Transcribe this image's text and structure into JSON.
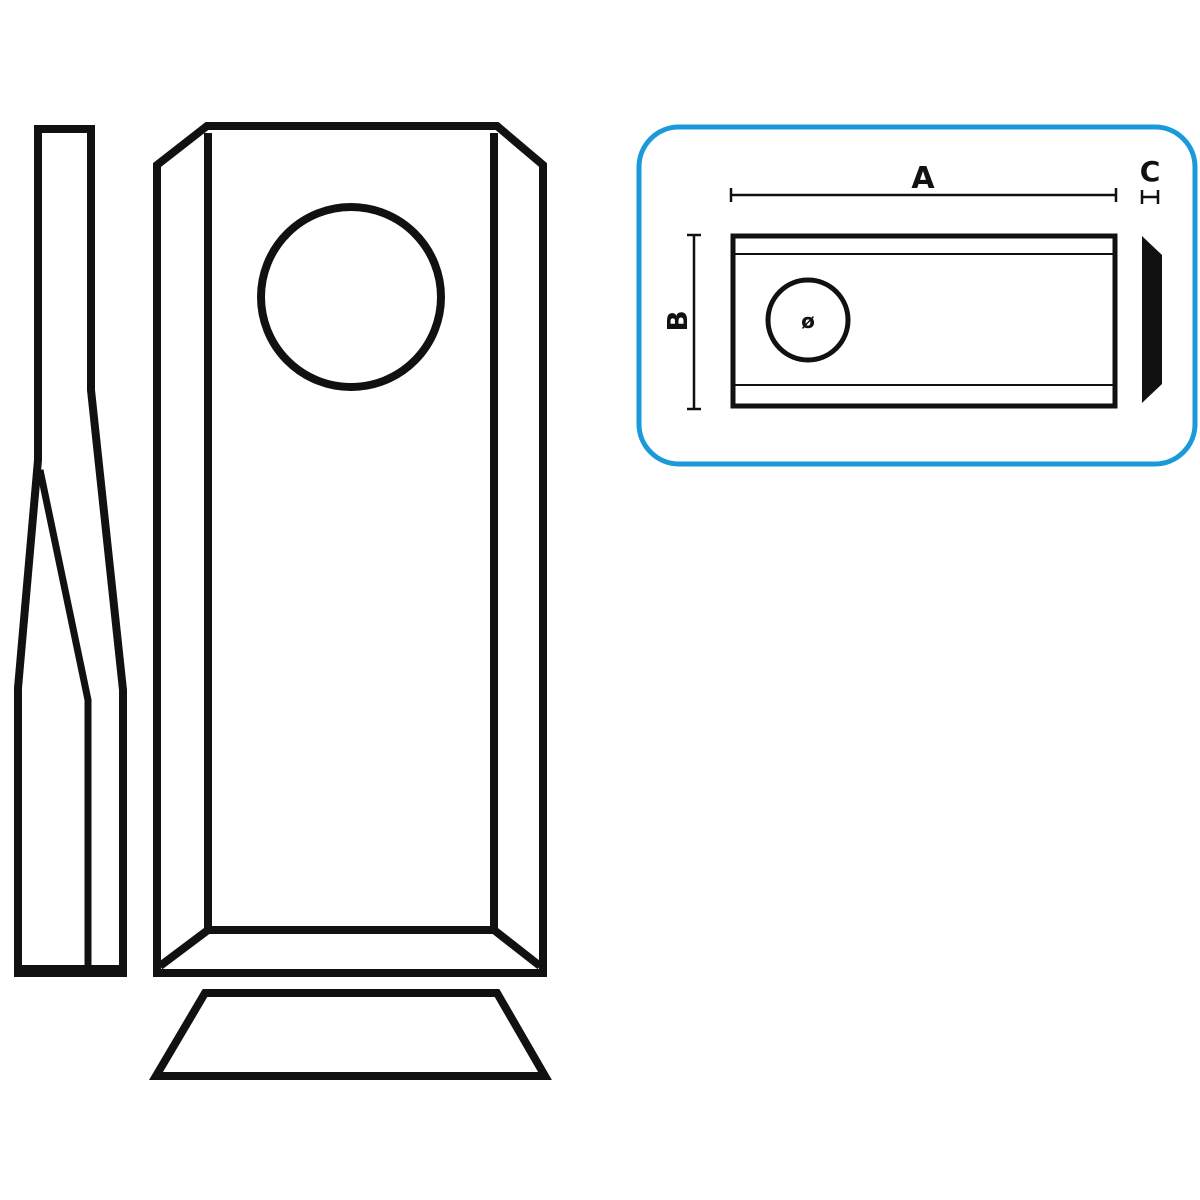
{
  "labels": {
    "length": "A",
    "width": "B",
    "thickness": "C",
    "hole_diameter": "ø"
  },
  "colors": {
    "outline": "#111111",
    "frame": "#1a9ad8"
  }
}
